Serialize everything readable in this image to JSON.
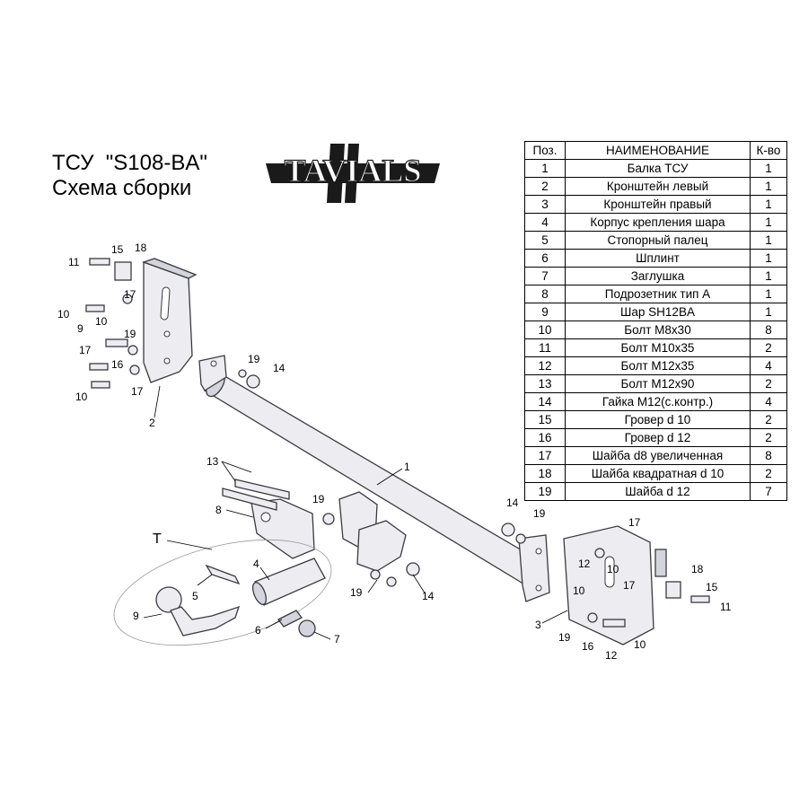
{
  "title_line1": "ТСУ  \"S108-BA\"",
  "title_line2": "Схема сборки",
  "logo_text": "TAVIALS",
  "table": {
    "headers": [
      "Поз.",
      "НАИМЕНОВАНИЕ",
      "К-во"
    ],
    "rows": [
      {
        "pos": "1",
        "name": "Балка ТСУ",
        "qty": "1"
      },
      {
        "pos": "2",
        "name": "Кронштейн левый",
        "qty": "1"
      },
      {
        "pos": "3",
        "name": "Кронштейн правый",
        "qty": "1"
      },
      {
        "pos": "4",
        "name": "Корпус крепления шара",
        "qty": "1"
      },
      {
        "pos": "5",
        "name": "Стопорный палец",
        "qty": "1"
      },
      {
        "pos": "6",
        "name": "Шплинт",
        "qty": "1"
      },
      {
        "pos": "7",
        "name": "Заглушка",
        "qty": "1"
      },
      {
        "pos": "8",
        "name": "Подрозетник тип А",
        "qty": "1"
      },
      {
        "pos": "9",
        "name": "Шар SH12BA",
        "qty": "1"
      },
      {
        "pos": "10",
        "name": "Болт М8х30",
        "qty": "8"
      },
      {
        "pos": "11",
        "name": "Болт М10х35",
        "qty": "2"
      },
      {
        "pos": "12",
        "name": "Болт М12х35",
        "qty": "4"
      },
      {
        "pos": "13",
        "name": "Болт М12х90",
        "qty": "2"
      },
      {
        "pos": "14",
        "name": "Гайка М12(с.контр.)",
        "qty": "4"
      },
      {
        "pos": "15",
        "name": "Гровер d 10",
        "qty": "2"
      },
      {
        "pos": "16",
        "name": "Гровер d 12",
        "qty": "2"
      },
      {
        "pos": "17",
        "name": "Шайба d8 увеличенная",
        "qty": "8"
      },
      {
        "pos": "18",
        "name": "Шайба квадратная d 10",
        "qty": "2"
      },
      {
        "pos": "19",
        "name": "Шайба d 12",
        "qty": "7"
      }
    ]
  },
  "callouts": {
    "c_t": "T",
    "c1": "1",
    "c2": "2",
    "c3": "3",
    "c4": "4",
    "c5": "5",
    "c6": "6",
    "c7": "7",
    "c8": "8",
    "c9": "9",
    "c13": "13",
    "l11": "11",
    "l15": "15",
    "l18": "18",
    "l10a": "10",
    "l17a": "17",
    "l9": "9",
    "l10b": "10",
    "l19a": "19",
    "l17b": "17",
    "l16": "16",
    "l10c": "10",
    "l17c": "17",
    "m19a": "19",
    "m14a": "14",
    "m19b": "19",
    "m19c": "19",
    "m14b": "14",
    "r14": "14",
    "r19": "19",
    "r17a": "17",
    "r12a": "12",
    "r10a": "10",
    "r18": "18",
    "r10b": "10",
    "r17b": "17",
    "r15": "15",
    "r11": "11",
    "r19b": "19",
    "r16": "16",
    "r12b": "12",
    "r10c": "10"
  }
}
